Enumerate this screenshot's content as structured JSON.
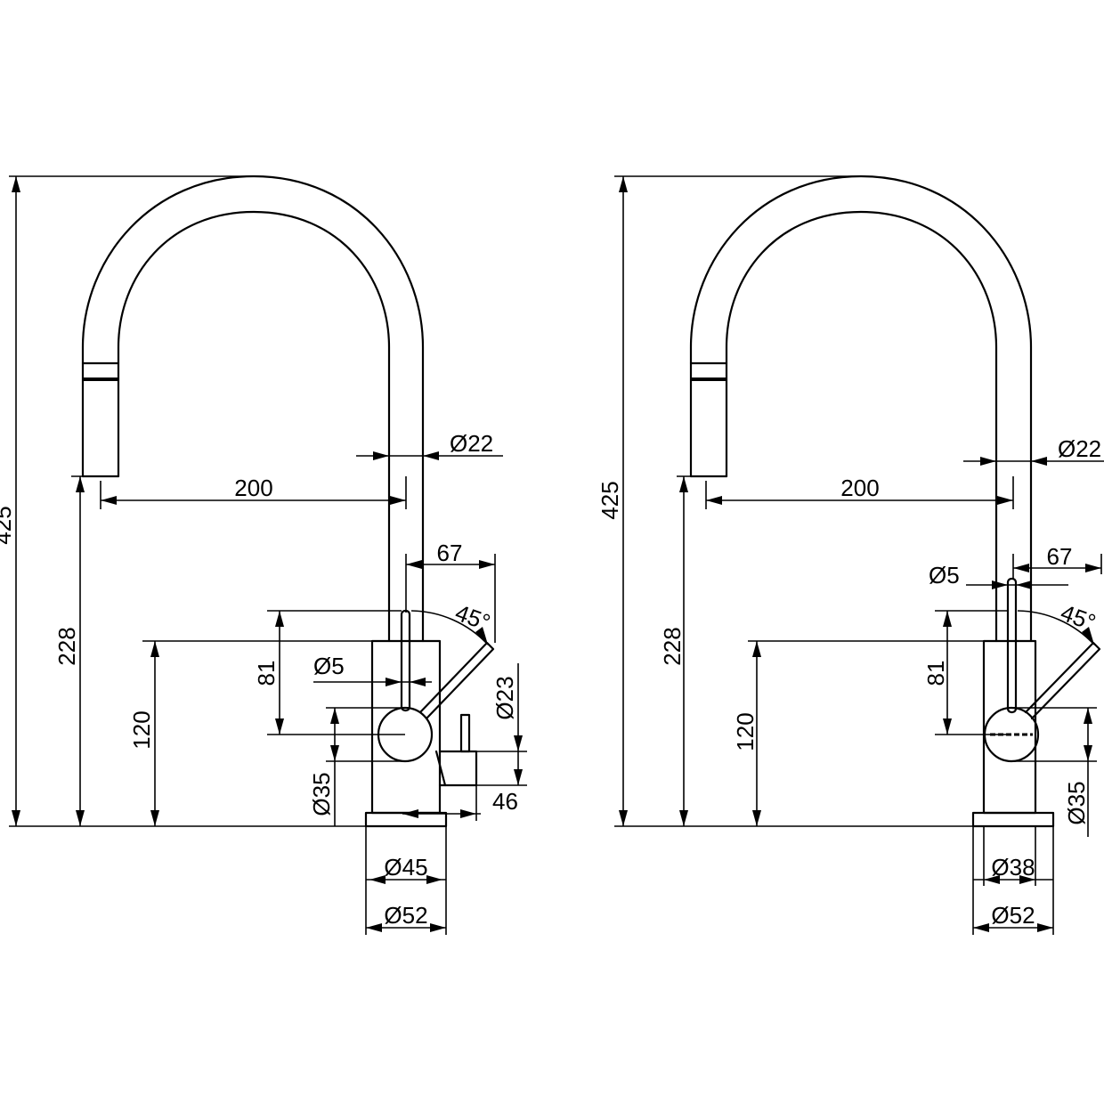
{
  "colors": {
    "line": "#000000",
    "background": "#ffffff"
  },
  "left_drawing": {
    "total_height": "425",
    "reach": "200",
    "spout_diameter": "Ø22",
    "spout_tip_height": "228",
    "body_height": "120",
    "lever_height": "81",
    "lever_diameter": "Ø5",
    "lever_angle": "45°",
    "lever_offset": "67",
    "valve_diameter": "Ø23",
    "side_outlet": "46",
    "body_diameter": "Ø35",
    "base_inner_diameter": "Ø45",
    "base_outer_diameter": "Ø52"
  },
  "right_drawing": {
    "total_height": "425",
    "reach": "200",
    "spout_diameter": "Ø22",
    "spout_tip_height": "228",
    "body_height": "120",
    "lever_height": "81",
    "lever_diameter": "Ø5",
    "lever_angle": "45°",
    "lever_offset": "67",
    "body_diameter": "Ø35",
    "base_inner_diameter": "Ø38",
    "base_outer_diameter": "Ø52"
  }
}
